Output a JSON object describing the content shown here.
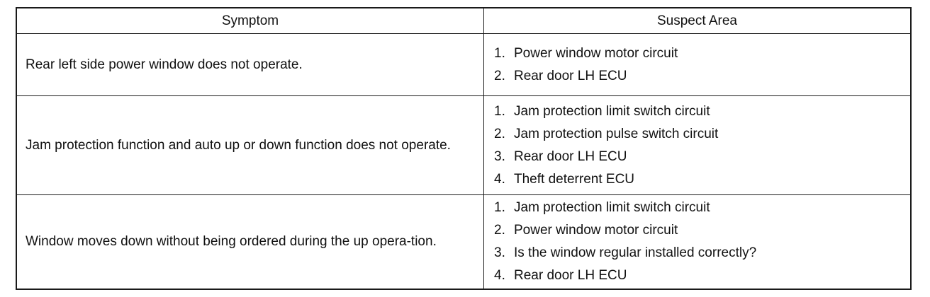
{
  "table": {
    "headers": {
      "symptom": "Symptom",
      "suspect_area": "Suspect Area"
    },
    "rows": [
      {
        "symptom": "Rear left side power window does not operate.",
        "suspect_areas": [
          {
            "num": "1.",
            "text": "Power window motor circuit"
          },
          {
            "num": "2.",
            "text": "Rear door LH ECU"
          }
        ]
      },
      {
        "symptom": "Jam protection function and auto up or down function does not operate.",
        "suspect_areas": [
          {
            "num": "1.",
            "text": "Jam protection limit switch circuit"
          },
          {
            "num": "2.",
            "text": "Jam protection pulse switch circuit"
          },
          {
            "num": "3.",
            "text": "Rear door LH ECU"
          },
          {
            "num": "4.",
            "text": "Theft deterrent ECU"
          }
        ]
      },
      {
        "symptom": "Window moves down without being ordered during the up opera-tion.",
        "suspect_areas": [
          {
            "num": "1.",
            "text": "Jam protection limit switch circuit"
          },
          {
            "num": "2.",
            "text": "Power window motor circuit"
          },
          {
            "num": "3.",
            "text": "Is the window regular installed correctly?"
          },
          {
            "num": "4.",
            "text": "Rear door LH ECU"
          }
        ]
      }
    ]
  }
}
